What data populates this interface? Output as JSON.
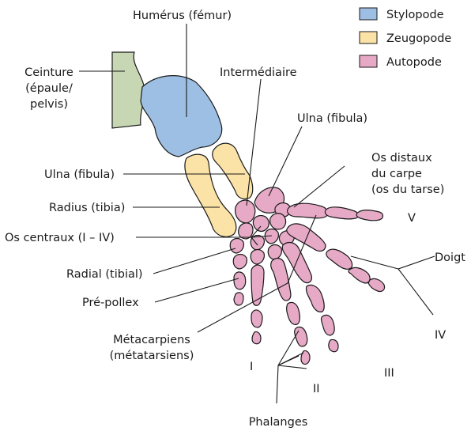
{
  "legend": {
    "items": [
      {
        "label": "Stylopode",
        "color": "#9dbfe3"
      },
      {
        "label": "Zeugopode",
        "color": "#fbe2a6"
      },
      {
        "label": "Autopode",
        "color": "#e6a9c6"
      }
    ]
  },
  "labels": {
    "humerus": "Humérus (fémur)",
    "ceinture_1": "Ceinture",
    "ceinture_2": "(épaule/",
    "ceinture_3": "pelvis)",
    "intermediaire": "Intermédiaire",
    "ulna_right": "Ulna (fibula)",
    "os_distaux_1": "Os distaux",
    "os_distaux_2": "du carpe",
    "os_distaux_3": "(os du tarse)",
    "ulna_left": "Ulna (fibula)",
    "radius": "Radius (tibia)",
    "centraux": "Os centraux (I – IV)",
    "radial": "Radial (tibial)",
    "prepollex": "Pré-pollex",
    "metacarpiens_1": "Métacarpiens",
    "metacarpiens_2": "(métatarsiens)",
    "doigt": "Doigt",
    "digit_I": "I",
    "digit_II": "II",
    "digit_III": "III",
    "digit_IV": "IV",
    "digit_V": "V",
    "phalanges": "Phalanges"
  },
  "colors": {
    "girdle": "#c7d7b3",
    "line": "#1a1a1a"
  }
}
